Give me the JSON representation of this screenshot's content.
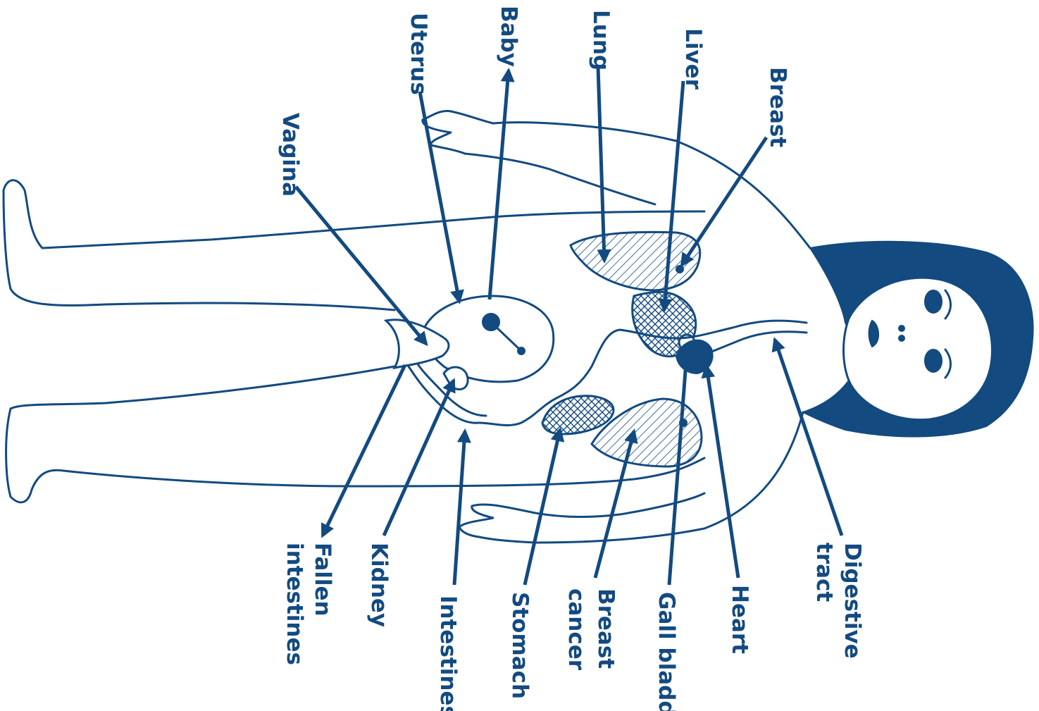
{
  "diagram": {
    "accent_color": "#134a80",
    "labels": {
      "uterus": "Uterus",
      "baby": "Baby",
      "lung": "Lung",
      "liver": "Liver",
      "breast": "Breast",
      "vagina": "Vagina",
      "fallen_line1": "Fallen",
      "fallen_line2": "intestines",
      "kidney": "Kidney",
      "intestines": "Intestines",
      "stomach": "Stomach",
      "breast_cancer_line1": "Breast",
      "breast_cancer_line2": "cancer",
      "gall_bladder": "Gall bladder",
      "heart": "Heart",
      "digestive_line1": "Digestive",
      "digestive_line2": "tract"
    }
  }
}
